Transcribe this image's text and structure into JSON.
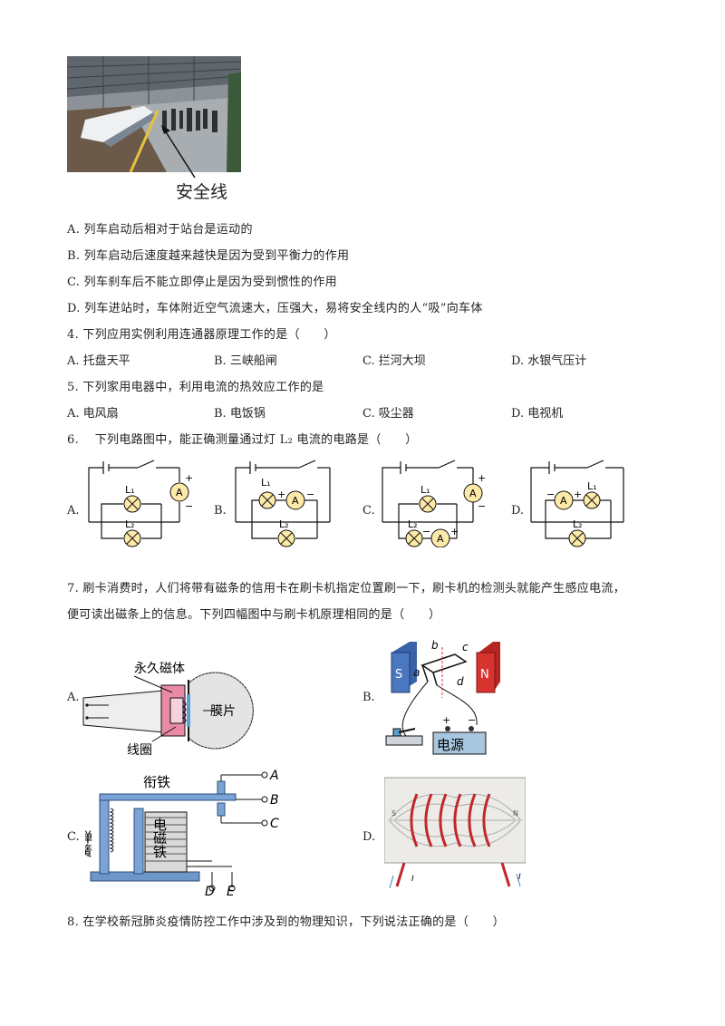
{
  "photo": {
    "caption": "安全线"
  },
  "q3_options": [
    "A.  列车启动后相对于站台是运动的",
    "B.  列车启动后速度越来越快是因为受到平衡力的作用",
    "C.  列车刹车后不能立即停止是因为受到惯性的作用",
    "D.  列车进站时，车体附近空气流速大，压强大，易将安全线内的人“吸”向车体"
  ],
  "q4": {
    "stem": "4.  下列应用实例利用连通器原理工作的是（　　）",
    "options": [
      "A.  托盘天平",
      "B.  三峡船闸",
      "C.  拦河大坝",
      "D.  水银气压计"
    ]
  },
  "q5": {
    "stem": "5.  下列家用电器中，利用电流的热效应工作的是",
    "options": [
      "A.  电风扇",
      "B.  电饭锅",
      "C.  吸尘器",
      "D.  电视机"
    ]
  },
  "q6": {
    "stem": "6.　 下列电路图中，能正确测量通过灯 L₂ 电流的电路是（　　）",
    "labels": [
      "A.",
      "B.",
      "C.",
      "D."
    ],
    "l1": "L₁",
    "l2": "L₂",
    "meter": "A",
    "plus": "+",
    "minus": "−"
  },
  "q7": {
    "stem_line1": "7.  刷卡消费时，人们将带有磁条的信用卡在刷卡机指定位置刷一下，刷卡机的检测头就能产生感应电流，",
    "stem_line2": "便可读出磁条上的信息。下列四幅图中与刷卡机原理相同的是（　　）",
    "labels": [
      "A.",
      "B.",
      "C.",
      "D."
    ],
    "figA": {
      "magnet": "永久磁体",
      "coil": "线圈",
      "membrane": "膜片"
    },
    "figB": {
      "s": "S",
      "n": "N",
      "a": "a",
      "b": "b",
      "c": "c",
      "d": "d",
      "power": "电源",
      "plus": "+",
      "minus": "−"
    },
    "figC": {
      "armature": "衔铁",
      "spring": "弹簧",
      "electromagnet": "电磁铁",
      "A": "A",
      "B": "B",
      "C": "C",
      "D": "D",
      "E": "E"
    },
    "figD": {
      "s": "S",
      "n": "N",
      "i1": "I",
      "i2": "I"
    }
  },
  "q8": {
    "stem": "8.  在学校新冠肺炎疫情防控工作中涉及到的物理知识，下列说法正确的是（　　）"
  },
  "colors": {
    "lamp_fill": "#fde9a8",
    "magnet_s": "#4a78c0",
    "magnet_n": "#d8332f",
    "coil": "#c0282c"
  }
}
